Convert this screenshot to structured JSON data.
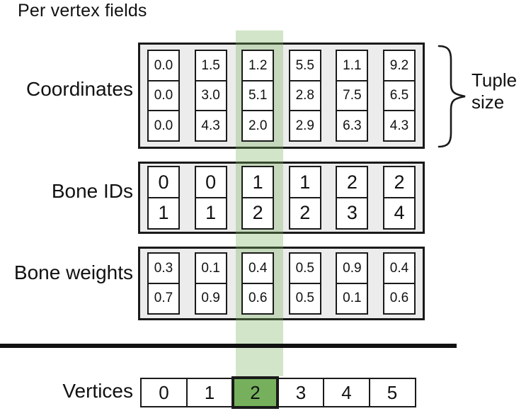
{
  "title": "Per vertex fields",
  "annotations": {
    "tuple_size_line1": "Tuple",
    "tuple_size_line2": "size"
  },
  "colors": {
    "highlight_band": "rgba(118,176,92,0.33)",
    "highlight_cell": "#76b05c",
    "block_background": "#ececec",
    "line": "#111111"
  },
  "fields": [
    {
      "label": "Coordinates",
      "tuples": [
        [
          "0.0",
          "0.0",
          "0.0"
        ],
        [
          "1.5",
          "3.0",
          "4.3"
        ],
        [
          "1.2",
          "5.1",
          "2.0"
        ],
        [
          "5.5",
          "2.8",
          "2.9"
        ],
        [
          "1.1",
          "7.5",
          "6.3"
        ],
        [
          "9.2",
          "6.5",
          "4.3"
        ]
      ]
    },
    {
      "label": "Bone IDs",
      "tuples": [
        [
          "0",
          "1"
        ],
        [
          "0",
          "1"
        ],
        [
          "1",
          "2"
        ],
        [
          "1",
          "2"
        ],
        [
          "2",
          "3"
        ],
        [
          "2",
          "4"
        ]
      ]
    },
    {
      "label": "Bone weights",
      "tuples": [
        [
          "0.3",
          "0.7"
        ],
        [
          "0.1",
          "0.9"
        ],
        [
          "0.4",
          "0.6"
        ],
        [
          "0.5",
          "0.5"
        ],
        [
          "0.9",
          "0.1"
        ],
        [
          "0.4",
          "0.6"
        ]
      ]
    }
  ],
  "vertices": {
    "label": "Vertices",
    "items": [
      "0",
      "1",
      "2",
      "3",
      "4",
      "5"
    ],
    "highlighted_index": 2
  }
}
